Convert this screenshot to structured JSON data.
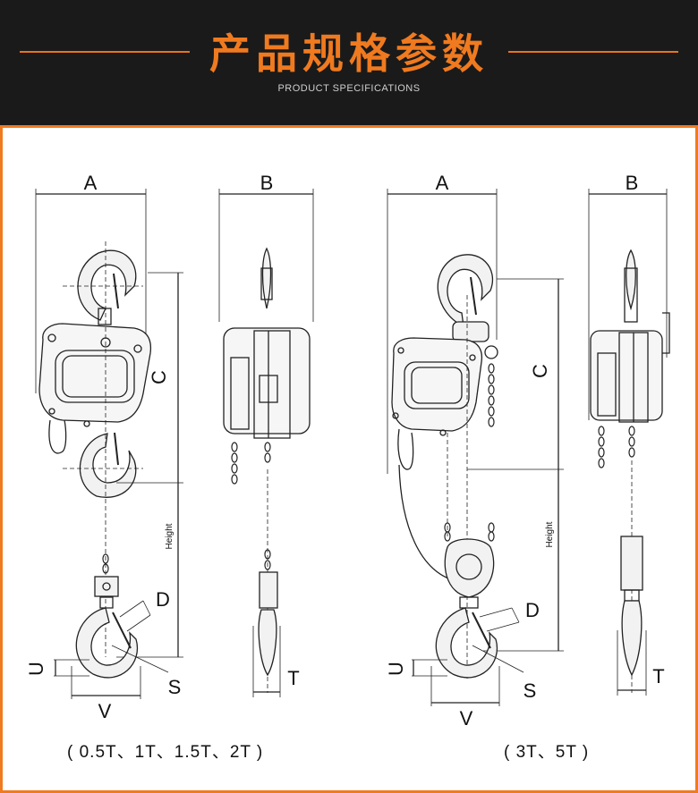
{
  "header": {
    "title": "产品规格参数",
    "subtitle": "PRODUCT SPECIFICATIONS",
    "accent_color": "#f07a1f",
    "background": "#1a1a1a"
  },
  "left_diagram": {
    "labels": {
      "a": "A",
      "b": "B",
      "c": "C",
      "d": "D",
      "s": "S",
      "t": "T",
      "u": "U",
      "v": "V",
      "height": "Height"
    },
    "caption": "( 0.5T、1T、1.5T、2T )"
  },
  "right_diagram": {
    "labels": {
      "a": "A",
      "b": "B",
      "c": "C",
      "d": "D",
      "s": "S",
      "t": "T",
      "u": "U",
      "v": "V",
      "height": "Height"
    },
    "caption": "( 3T、5T )"
  }
}
